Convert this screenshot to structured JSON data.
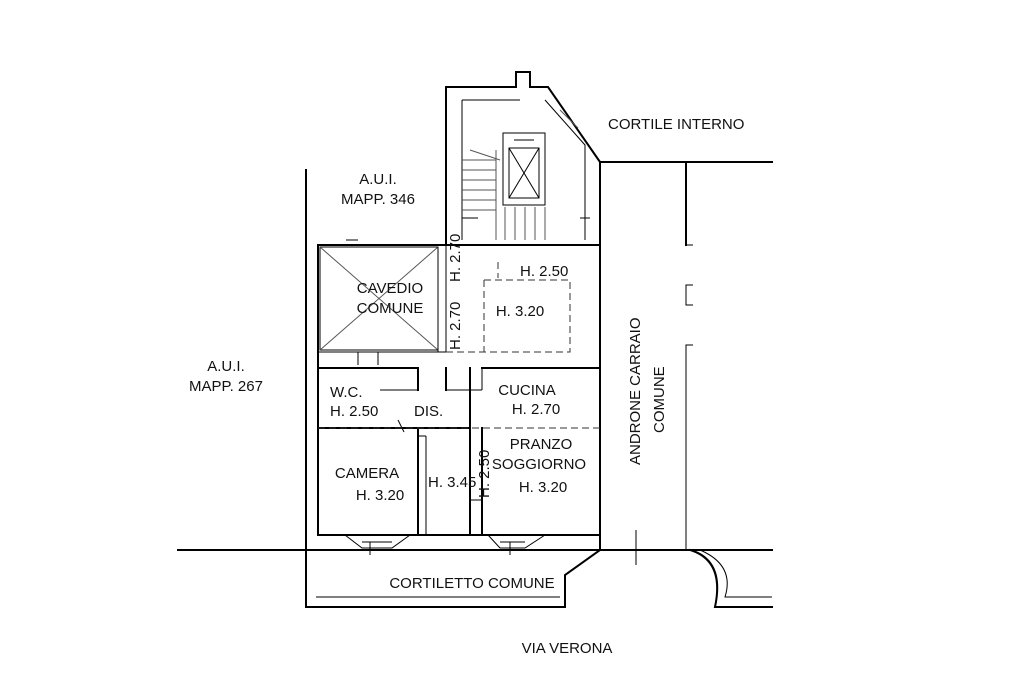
{
  "labels": {
    "cortile_interno": "CORTILE INTERNO",
    "aui_346_line1": "A.U.I.",
    "aui_346_line2": "MAPP. 346",
    "aui_267_line1": "A.U.I.",
    "aui_267_line2": "MAPP. 267",
    "cavedio_line1": "CAVEDIO",
    "cavedio_line2": "COMUNE",
    "landing_height_a": "H. 2.70",
    "landing_height_b": "H. 2.70",
    "ingresso_height": "H. 3.20",
    "soppalco_height": "H. 2.50",
    "wc_name": "W.C.",
    "wc_height": "H. 2.50",
    "dis_name": "DIS.",
    "cucina_name": "CUCINA",
    "cucina_height": "H. 2.70",
    "pranzo_line1": "PRANZO",
    "pranzo_line2": "SOGGIORNO",
    "pranzo_height": "H. 3.20",
    "corridor_height_vertical": "H. 2.50",
    "corridor_height": "H. 3.45",
    "camera_name": "CAMERA",
    "camera_height": "H. 3.20",
    "androne_line1": "ANDRONE CARRAIO",
    "androne_line2": "COMUNE",
    "cortiletto": "CORTILETTO COMUNE",
    "via_verona": "VIA VERONA"
  }
}
